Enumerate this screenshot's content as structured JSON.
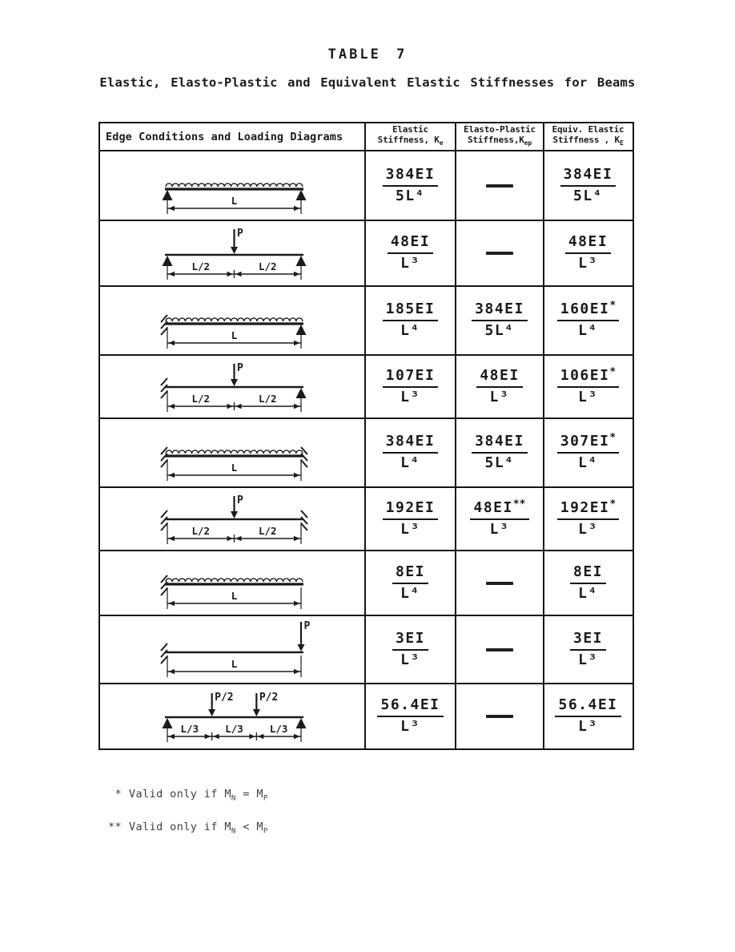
{
  "page": {
    "title": "TABLE 7",
    "subtitle": "Elastic, Elasto-Plastic and Equivalent Elastic Stiffnesses for Beams"
  },
  "table": {
    "headers": {
      "diagrams": "Edge Conditions and Loading Diagrams",
      "elastic": [
        "Elastic",
        "Stiffness, K_e"
      ],
      "elasto_plastic": [
        "Elasto-Plastic",
        "Stiffness,K_ep"
      ],
      "equiv_elastic": [
        "Equiv. Elastic",
        "Stiffness , K_E"
      ]
    },
    "rows": [
      {
        "diagram": {
          "supports": [
            "pin",
            "pin"
          ],
          "load": "udl",
          "load_labels": [],
          "dims": [
            "L"
          ]
        },
        "cells": [
          {
            "num": "384EI",
            "den": "5L⁴"
          },
          {
            "text": "—"
          },
          {
            "num": "384EI",
            "den": "5L⁴"
          }
        ]
      },
      {
        "diagram": {
          "supports": [
            "pin",
            "pin"
          ],
          "load": "point-center",
          "load_labels": [
            "P"
          ],
          "dims": [
            "L/2",
            "L/2"
          ]
        },
        "cells": [
          {
            "num": "48EI",
            "den": "L³"
          },
          {
            "text": "—"
          },
          {
            "num": "48EI",
            "den": "L³"
          }
        ]
      },
      {
        "diagram": {
          "supports": [
            "fixed",
            "pin"
          ],
          "load": "udl",
          "load_labels": [],
          "dims": [
            "L"
          ]
        },
        "cells": [
          {
            "num": "185EI",
            "den": "L⁴"
          },
          {
            "num": "384EI",
            "den": "5L⁴"
          },
          {
            "num": "160EI*",
            "den": "L⁴"
          }
        ]
      },
      {
        "diagram": {
          "supports": [
            "fixed",
            "pin"
          ],
          "load": "point-center",
          "load_labels": [
            "P"
          ],
          "dims": [
            "L/2",
            "L/2"
          ]
        },
        "cells": [
          {
            "num": "107EI",
            "den": "L³"
          },
          {
            "num": "48EI",
            "den": "L³"
          },
          {
            "num": "106EI*",
            "den": "L³"
          }
        ]
      },
      {
        "diagram": {
          "supports": [
            "fixed",
            "fixed"
          ],
          "load": "udl",
          "load_labels": [],
          "dims": [
            "L"
          ]
        },
        "cells": [
          {
            "num": "384EI",
            "den": "L⁴"
          },
          {
            "num": "384EI",
            "den": "5L⁴"
          },
          {
            "num": "307EI*",
            "den": "L⁴"
          }
        ]
      },
      {
        "diagram": {
          "supports": [
            "fixed",
            "fixed"
          ],
          "load": "point-center",
          "load_labels": [
            "P"
          ],
          "dims": [
            "L/2",
            "L/2"
          ]
        },
        "cells": [
          {
            "num": "192EI",
            "den": "L³"
          },
          {
            "num": "48EI**",
            "den": "L³"
          },
          {
            "num": "192EI*",
            "den": "L³"
          }
        ]
      },
      {
        "diagram": {
          "supports": [
            "fixed",
            "free"
          ],
          "load": "udl",
          "load_labels": [],
          "dims": [
            "L"
          ]
        },
        "cells": [
          {
            "num": "8EI",
            "den": "L⁴"
          },
          {
            "text": "—"
          },
          {
            "num": "8EI",
            "den": "L⁴"
          }
        ]
      },
      {
        "diagram": {
          "supports": [
            "fixed",
            "free"
          ],
          "load": "point-end",
          "load_labels": [
            "P"
          ],
          "dims": [
            "L"
          ]
        },
        "cells": [
          {
            "num": "3EI",
            "den": "L³"
          },
          {
            "text": "—"
          },
          {
            "num": "3EI",
            "den": "L³"
          }
        ]
      },
      {
        "diagram": {
          "supports": [
            "pin",
            "pin"
          ],
          "load": "point-thirds",
          "load_labels": [
            "P/2",
            "P/2"
          ],
          "dims": [
            "L/3",
            "L/3",
            "L/3"
          ]
        },
        "cells": [
          {
            "num": "56.4EI",
            "den": "L³"
          },
          {
            "text": "—"
          },
          {
            "num": "56.4EI",
            "den": "L³"
          }
        ]
      }
    ]
  },
  "footnotes": [
    {
      "marker": "*",
      "text": "Valid only if M_N = M_P"
    },
    {
      "marker": "**",
      "text": "Valid only if M_N < M_P"
    }
  ]
}
